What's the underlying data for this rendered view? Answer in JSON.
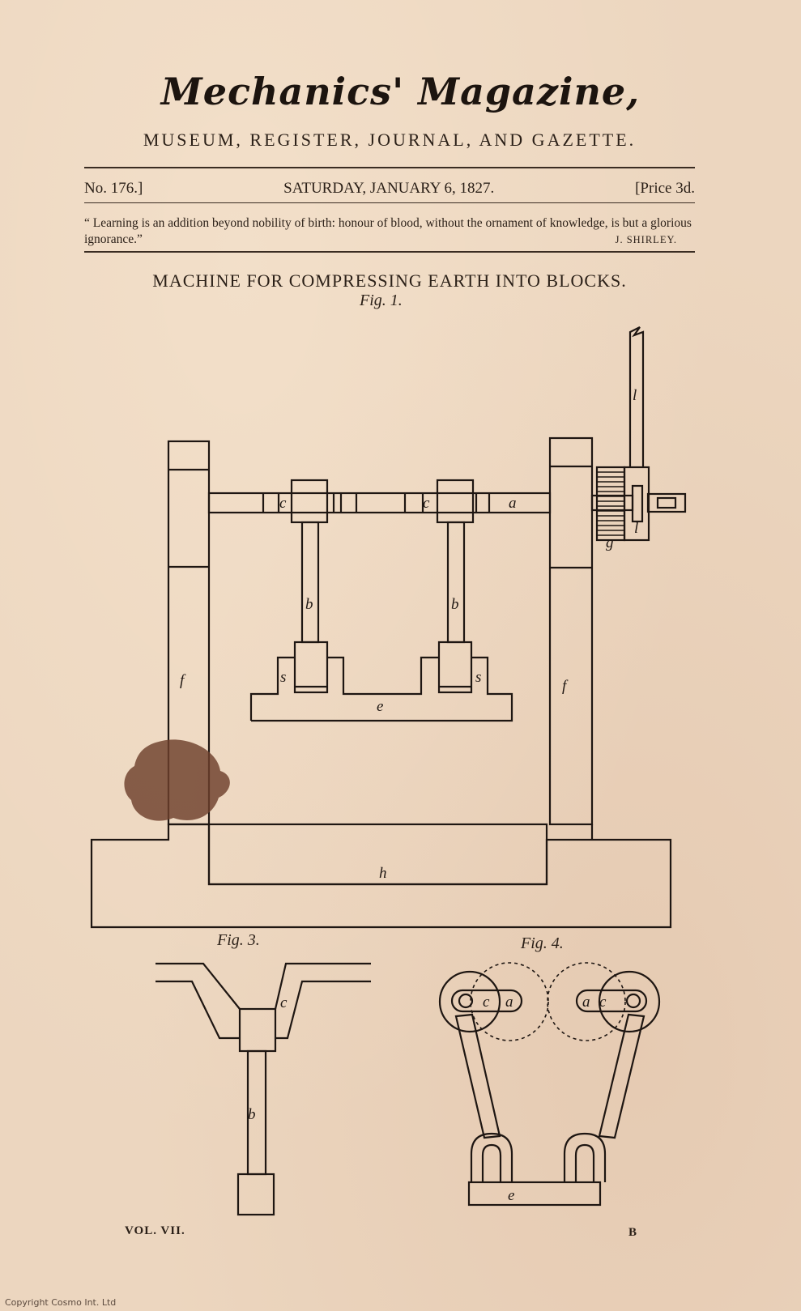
{
  "masthead": {
    "title": "Mechanics' Magazine,",
    "subtitle": "MUSEUM, REGISTER, JOURNAL, AND GAZETTE."
  },
  "issue": {
    "number": "No. 176.]",
    "date": "SATURDAY, JANUARY 6, 1827.",
    "price": "[Price 3d."
  },
  "epigraph": {
    "text": "“ Learning is an addition beyond nobility of birth: honour of blood, without the ornament of knowledge, is but a glorious ignorance.”",
    "author": "J. SHIRLEY."
  },
  "article": {
    "title": "MACHINE FOR COMPRESSING EARTH INTO BLOCKS."
  },
  "figures": {
    "fig1": "Fig. 1.",
    "fig3": "Fig. 3.",
    "fig4": "Fig. 4."
  },
  "fig1_letters": {
    "c": "c",
    "a": "a",
    "b": "b",
    "s": "s",
    "e": "e",
    "f": "f",
    "h": "h",
    "l": "l",
    "g": "g"
  },
  "footer": {
    "volume": "VOL. VII.",
    "signature": "B"
  },
  "copyright": "Copyright Cosmo Int. Ltd"
}
